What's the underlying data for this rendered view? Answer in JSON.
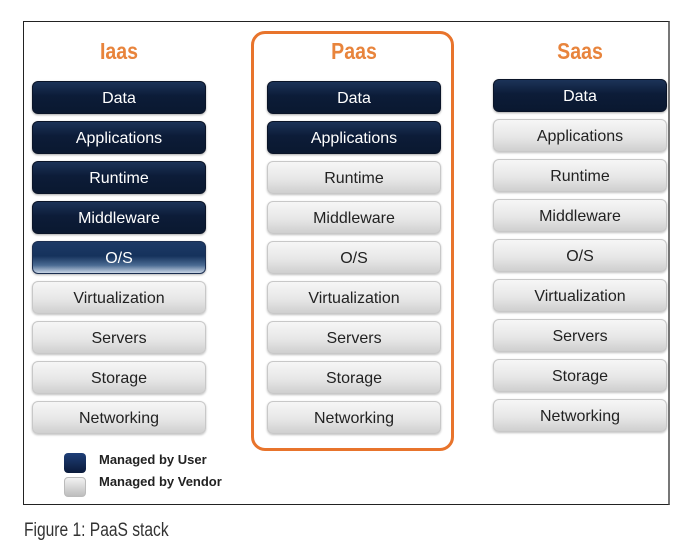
{
  "columns": [
    {
      "title": "Iaas",
      "layers": [
        {
          "label": "Data",
          "managed_by": "user"
        },
        {
          "label": "Applications",
          "managed_by": "user"
        },
        {
          "label": "Runtime",
          "managed_by": "user"
        },
        {
          "label": "Middleware",
          "managed_by": "user"
        },
        {
          "label": "O/S",
          "managed_by": "user"
        },
        {
          "label": "Virtualization",
          "managed_by": "vendor"
        },
        {
          "label": "Servers",
          "managed_by": "vendor"
        },
        {
          "label": "Storage",
          "managed_by": "vendor"
        },
        {
          "label": "Networking",
          "managed_by": "vendor"
        }
      ]
    },
    {
      "title": "Paas",
      "highlighted": true,
      "layers": [
        {
          "label": "Data",
          "managed_by": "user"
        },
        {
          "label": "Applications",
          "managed_by": "user"
        },
        {
          "label": "Runtime",
          "managed_by": "vendor"
        },
        {
          "label": "Middleware",
          "managed_by": "vendor"
        },
        {
          "label": "O/S",
          "managed_by": "vendor"
        },
        {
          "label": "Virtualization",
          "managed_by": "vendor"
        },
        {
          "label": "Servers",
          "managed_by": "vendor"
        },
        {
          "label": "Storage",
          "managed_by": "vendor"
        },
        {
          "label": "Networking",
          "managed_by": "vendor"
        }
      ]
    },
    {
      "title": "Saas",
      "layers": [
        {
          "label": "Data",
          "managed_by": "user"
        },
        {
          "label": "Applications",
          "managed_by": "vendor"
        },
        {
          "label": "Runtime",
          "managed_by": "vendor"
        },
        {
          "label": "Middleware",
          "managed_by": "vendor"
        },
        {
          "label": "O/S",
          "managed_by": "vendor"
        },
        {
          "label": "Virtualization",
          "managed_by": "vendor"
        },
        {
          "label": "Servers",
          "managed_by": "vendor"
        },
        {
          "label": "Storage",
          "managed_by": "vendor"
        },
        {
          "label": "Networking",
          "managed_by": "vendor"
        }
      ]
    }
  ],
  "legend": {
    "user": "Managed by User",
    "vendor": "Managed by Vendor"
  },
  "caption": "Figure 1: PaaS stack",
  "colors": {
    "title": "#e8843c",
    "highlight_border": "#e8742c",
    "user": "#0c1c38",
    "vendor": "#e4e4e4"
  }
}
